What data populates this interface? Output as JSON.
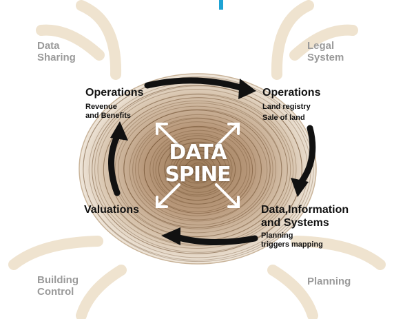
{
  "colors": {
    "outer_arrow": "#efe3cf",
    "ring_center": "#8a6a4a",
    "ring_edge": "#e9dccb",
    "cycle_arrow": "#111111",
    "accent": "#1ea3d4"
  },
  "outer": {
    "top_left": [
      "Data",
      "Sharing"
    ],
    "top_right": [
      "Legal",
      "System"
    ],
    "bottom_left": [
      "Building",
      "Control"
    ],
    "bottom_right": [
      "Planning"
    ]
  },
  "center": {
    "line1": "DATA",
    "line2": "SPINE"
  },
  "nodes": {
    "top_left": {
      "title": [
        "Operations"
      ],
      "sub": [
        "Revenue",
        "and Benefits"
      ]
    },
    "top_right": {
      "title": [
        "Operations"
      ],
      "sub": [
        "Land registry",
        "Sale of land"
      ]
    },
    "bottom_left": {
      "title": [
        "Valuations"
      ],
      "sub": []
    },
    "bottom_right": {
      "title": [
        "Data,Information",
        "and Systems"
      ],
      "sub": [
        "Planning",
        "triggers mapping"
      ]
    }
  }
}
